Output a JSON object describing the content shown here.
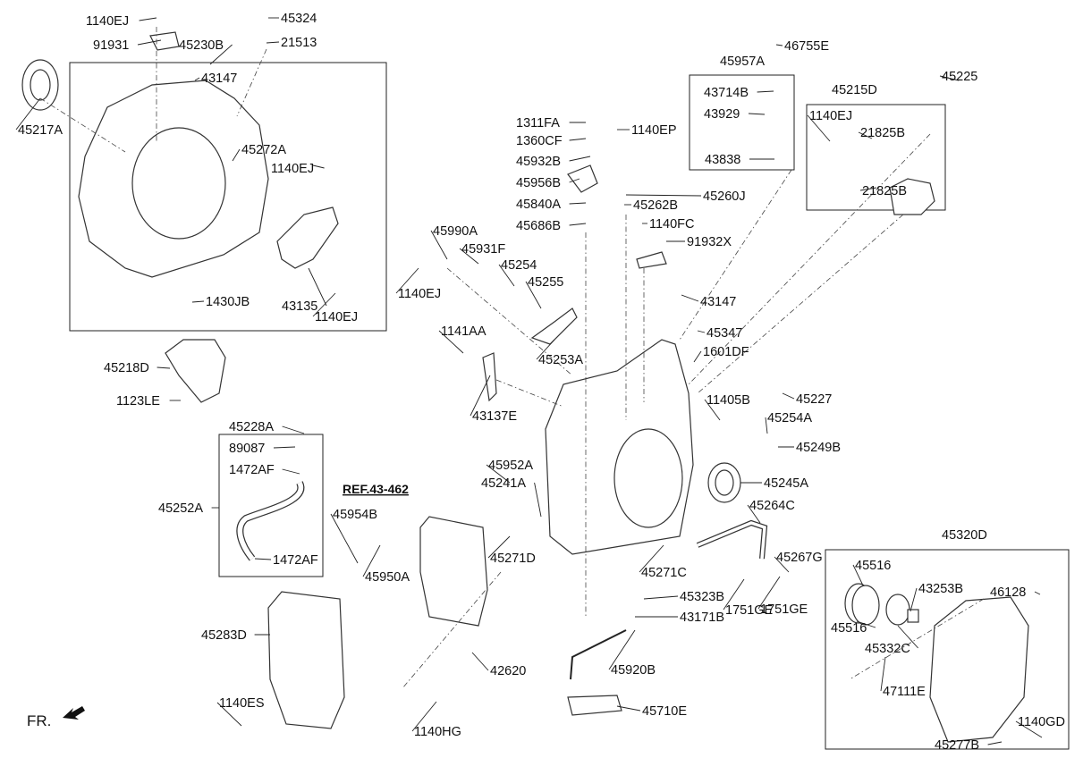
{
  "diagram": {
    "labels": [
      "1140EJ",
      "91931",
      "45324",
      "21513",
      "45230B",
      "43147",
      "45217A",
      "45272A",
      "1140EJ",
      "1430JB",
      "43135",
      "1140EJ",
      "45218D",
      "1123LE",
      "46755E",
      "45957A",
      "43714B",
      "43929",
      "43838",
      "45225",
      "45215D",
      "1140EJ",
      "21825B",
      "21825B",
      "1311FA",
      "1360CF",
      "1140EP",
      "45932B",
      "45956B",
      "45840A",
      "45260J",
      "45262B",
      "45686B",
      "1140FC",
      "91932X",
      "45990A",
      "45931F",
      "45254",
      "45255",
      "1140EJ",
      "43147",
      "1141AA",
      "45347",
      "1601DF",
      "45253A",
      "11405B",
      "45227",
      "43137E",
      "45254A",
      "45249B",
      "45228A",
      "89087",
      "1472AF",
      "45952A",
      "45241A",
      "45245A",
      "45252A",
      "45264C",
      "45954B",
      "45320D",
      "45271D",
      "1472AF",
      "45950A",
      "45271C",
      "45267G",
      "45516",
      "43253B",
      "46128",
      "1751GE",
      "45323B",
      "1751GE",
      "45516",
      "45332C",
      "43171B",
      "45283D",
      "42620",
      "45920B",
      "47111E",
      "1140ES",
      "1140HG",
      "45710E",
      "1140GD",
      "45277B"
    ],
    "reference": "REF.43-462",
    "direction_marker": "FR.",
    "arrow_icon": "front-direction-arrow"
  }
}
